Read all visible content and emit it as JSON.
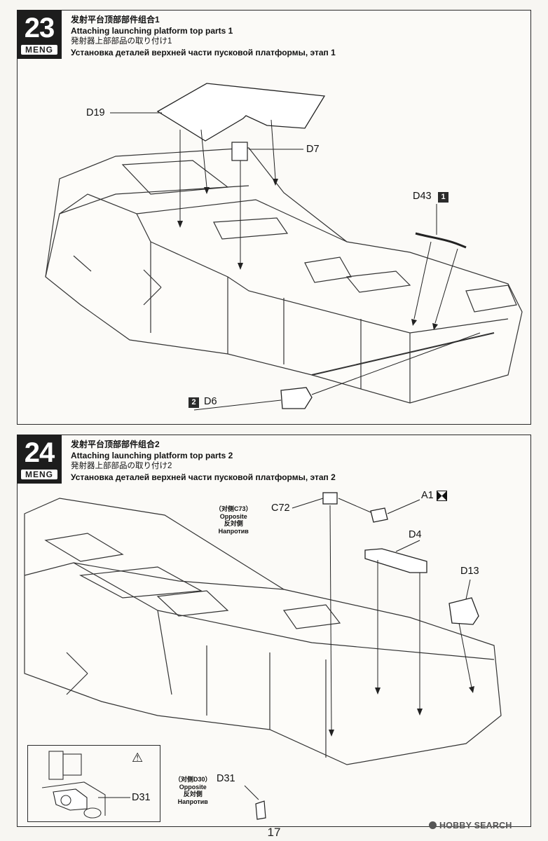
{
  "steps": [
    {
      "number": "23",
      "brand": "MENG",
      "title_zh": "发射平台顶部部件组合1",
      "title_en": "Attaching launching platform top parts 1",
      "title_ja": "発射器上部部品の取り付け1",
      "title_ru": "Установка деталей верхней части пусковой платформы, этап 1",
      "parts": {
        "d19": "D19",
        "d7": "D7",
        "d43": "D43",
        "d43_seq": "1",
        "d6": "D6",
        "d6_seq": "2"
      }
    },
    {
      "number": "24",
      "brand": "MENG",
      "title_zh": "发射平台顶部部件组合2",
      "title_en": "Attaching launching platform top parts 2",
      "title_ja": "発射器上部部品の取り付け2",
      "title_ru": "Установка деталей верхней части пусковой платформы, этап 2",
      "parts": {
        "c72": "C72",
        "c72_opposite_zh": "（对侧C73）",
        "c72_opposite_en": "Opposite",
        "c72_opposite_ja": "反対側",
        "c72_opposite_ru": "Напротив",
        "a1": "A1",
        "d4": "D4",
        "d13": "D13",
        "d31": "D31",
        "d31_opposite_zh": "（对侧D30）",
        "d31_opposite_en": "Opposite",
        "d31_opposite_ja": "反対側",
        "d31_opposite_ru": "Напротив",
        "inset_d31": "D31",
        "warning_symbol": "⚠"
      }
    }
  ],
  "footer": {
    "page_number": "17",
    "watermark": "HOBBY SEARCH"
  }
}
